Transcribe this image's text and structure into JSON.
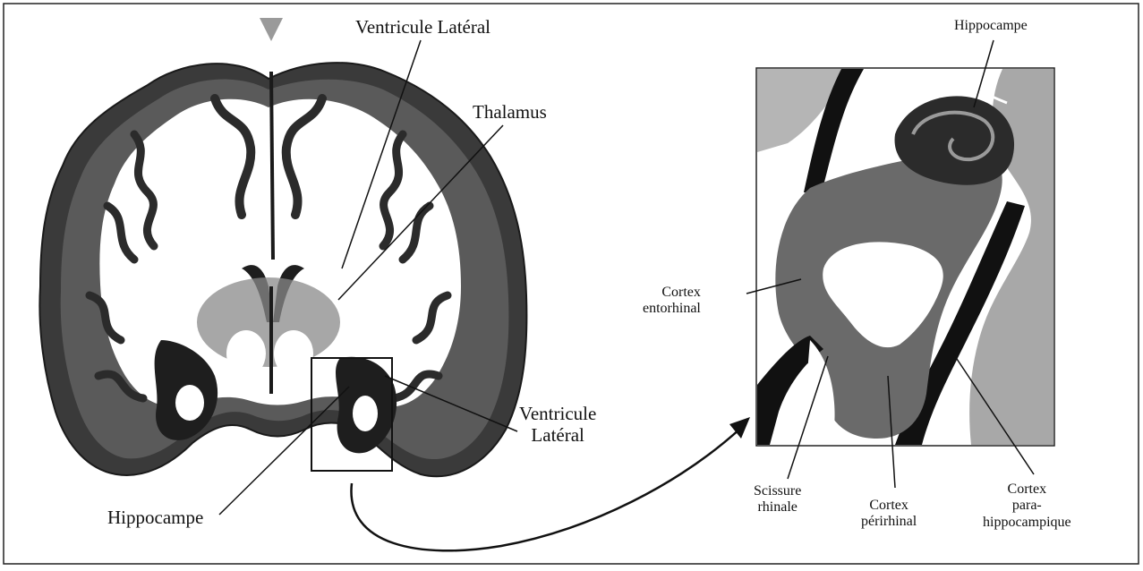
{
  "labels": {
    "ventricule_lateral_top": "Ventricule Latéral",
    "thalamus": "Thalamus",
    "ventricule_lateral_right": "Ventricule\nLatéral",
    "hippocampe_left": "Hippocampe",
    "hippocampe_detail": "Hippocampe",
    "cortex_entorhinal": "Cortex\nentorhinal",
    "scissure_rhinale": "Scissure\nrhinale",
    "cortex_perirhinal": "Cortex\npérirhinal",
    "cortex_parahippocampique": "Cortex\npara-\nhippocampique"
  },
  "colors": {
    "background": "#ffffff",
    "frame": "#222222",
    "brain_dark": "#2b2b2b",
    "brain_mid": "#5a5a5a",
    "white_matter": "#ffffff",
    "gray_light": "#8a8a8a",
    "gray_lighter": "#b5b5b5"
  }
}
